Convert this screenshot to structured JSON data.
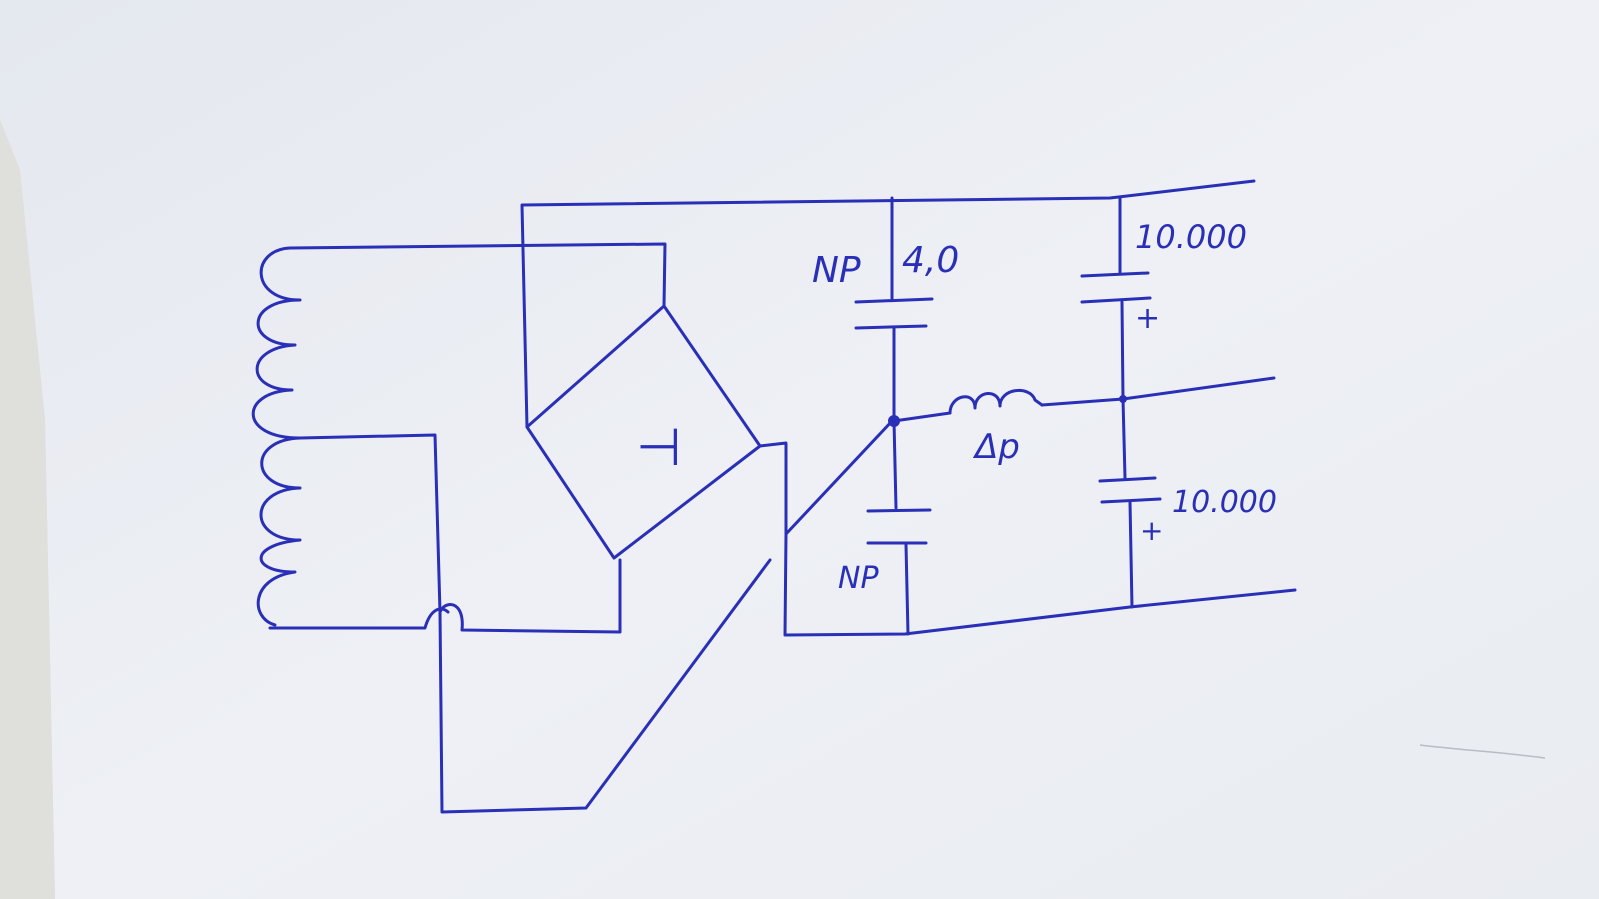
{
  "diagram": {
    "ink_color": "#2a2fb8",
    "paper_color": "#eef0f5",
    "background_color": "#d9dde3",
    "labels": {
      "cap_top_left_type": "NP",
      "cap_top_left_value": "4,0",
      "cap_bottom_left_type": "NP",
      "inductor": "Δp",
      "cap_top_right_value": "10.000",
      "cap_bottom_right_value": "10.000",
      "cap_top_right_polarity": "+",
      "cap_bottom_right_polarity": "+",
      "bridge_symbol": "⊣"
    }
  }
}
